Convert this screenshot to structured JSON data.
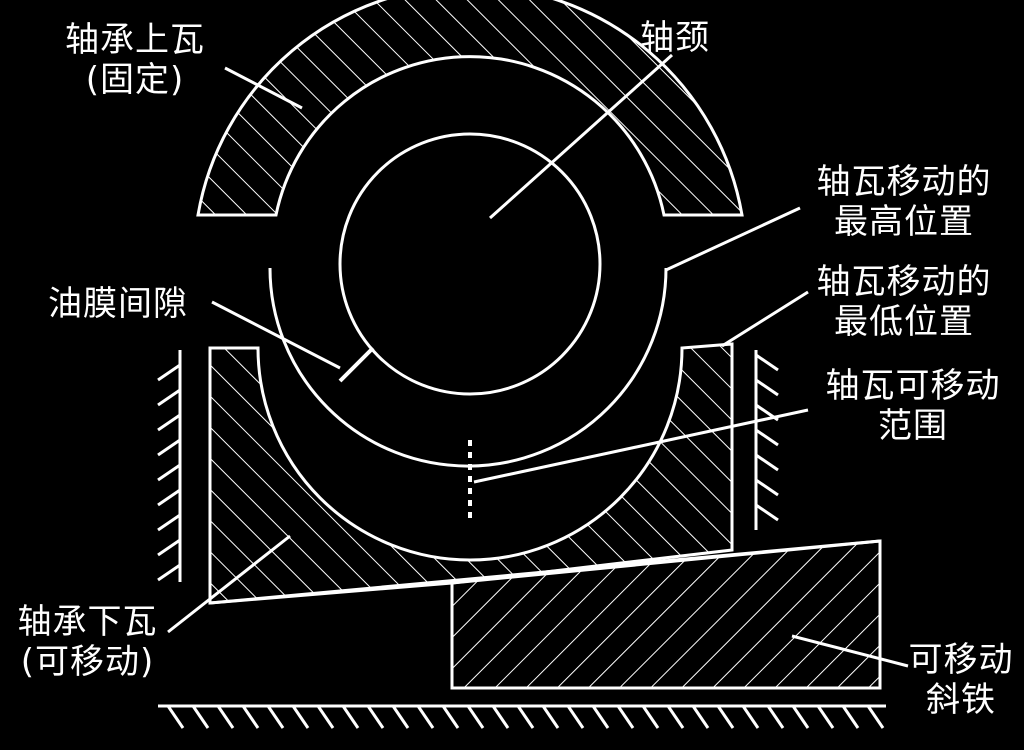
{
  "colors": {
    "background": "#000000",
    "line": "#ffffff"
  },
  "labels": {
    "upper_shell": [
      "轴承上瓦",
      "(固定)"
    ],
    "journal": [
      "轴颈"
    ],
    "highest_position": [
      "轴瓦移动的",
      "最高位置"
    ],
    "oil_film_gap": [
      "油膜间隙"
    ],
    "lowest_position": [
      "轴瓦移动的",
      "最低位置"
    ],
    "movable_range": [
      "轴瓦可移动",
      "范围"
    ],
    "lower_shell": [
      "轴承下瓦",
      "(可移动)"
    ],
    "wedge": [
      "可移动",
      "斜铁"
    ]
  }
}
